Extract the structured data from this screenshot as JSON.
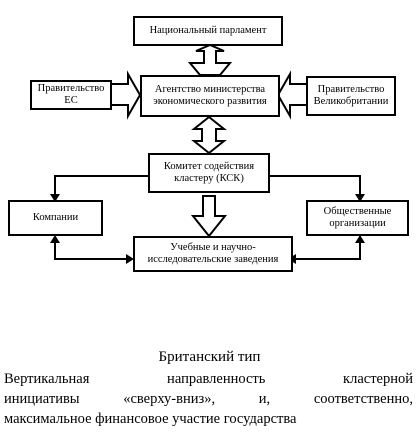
{
  "diagram": {
    "nodes": {
      "parliament": "Национальный парламент",
      "agency": "Агентство министерства экономического развития",
      "eu_government": "Правительство ЕС",
      "uk_government": "Правительство Великобритании",
      "cluster_committee": "Комитет содействия кластеру (КСК)",
      "companies": "Компании",
      "public_orgs": "Общественные организации",
      "institutions": "Учебные и научно-исследовательские заведения"
    },
    "edges": [
      {
        "from": "agency",
        "to": "parliament",
        "kind": "arrow"
      },
      {
        "from": "eu_government",
        "to": "agency",
        "kind": "arrow"
      },
      {
        "from": "uk_government",
        "to": "agency",
        "kind": "arrow"
      },
      {
        "from": "agency",
        "to": "cluster_committee",
        "kind": "bidirectional"
      },
      {
        "from": "cluster_committee",
        "to": "companies",
        "kind": "arrow"
      },
      {
        "from": "cluster_committee",
        "to": "public_orgs",
        "kind": "arrow"
      },
      {
        "from": "cluster_committee",
        "to": "institutions",
        "kind": "arrow"
      },
      {
        "from": "companies",
        "to": "institutions",
        "kind": "bidirectional"
      },
      {
        "from": "public_orgs",
        "to": "institutions",
        "kind": "bidirectional"
      }
    ]
  },
  "caption": {
    "title": "Британский тип",
    "line1": "Вертикальная направленность кластерной",
    "line2": "инициативы «сверху-вниз», и, соответственно,",
    "line3": "максимальное финансовое участие государства"
  }
}
